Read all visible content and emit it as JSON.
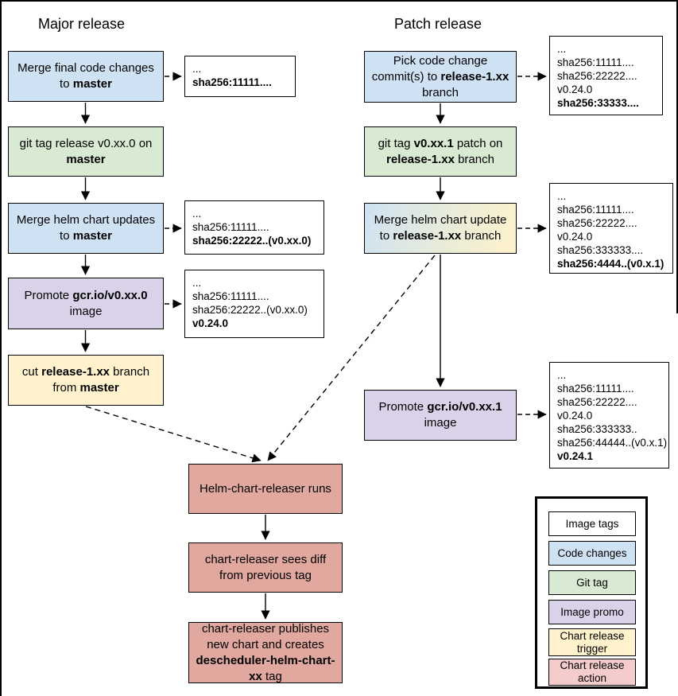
{
  "titles": {
    "major": "Major release",
    "patch": "Patch release"
  },
  "colors": {
    "code_changes": "#cfe2f3",
    "git_tag": "#d9ead3",
    "image_promo": "#d9d2e9",
    "chart_release_trigger": "#fff2cc",
    "chart_release_action": "#e0a89f",
    "legend_chart_release_action": "#f4cccc",
    "image_tags": "#ffffff",
    "line": "#000000"
  },
  "major_flow": {
    "merge_final_code": [
      {
        "t": "Merge final code changes to "
      },
      {
        "t": "master",
        "b": true
      }
    ],
    "git_tag_release": [
      {
        "t": "git tag release v0.xx.0 on "
      },
      {
        "t": "master",
        "b": true
      }
    ],
    "merge_helm_updates": [
      {
        "t": "Merge helm chart updates to "
      },
      {
        "t": "master",
        "b": true
      }
    ],
    "promote_image": [
      {
        "t": "Promote "
      },
      {
        "t": "gcr.io/v0.xx.0",
        "b": true
      },
      {
        "t": " image"
      }
    ],
    "cut_branch": [
      {
        "t": "cut "
      },
      {
        "t": "release-1.xx",
        "b": true
      },
      {
        "t": " branch from "
      },
      {
        "t": "master",
        "b": true
      }
    ],
    "tags_after_code_merge": [
      {
        "t": "..."
      },
      {
        "t": "sha256:11111....",
        "b": true
      }
    ],
    "tags_after_helm_merge": [
      {
        "t": "..."
      },
      {
        "t": "sha256:11111...."
      },
      {
        "t": "sha256:22222..(v0.xx.0)",
        "b": true
      }
    ],
    "tags_after_promote": [
      {
        "t": "..."
      },
      {
        "t": "sha256:11111...."
      },
      {
        "t": "sha256:22222..(v0.xx.0)"
      },
      {
        "t": "v0.24.0",
        "b": true
      }
    ]
  },
  "patch_flow": {
    "pick_commits": [
      {
        "t": "Pick code change commit(s) to "
      },
      {
        "t": "release-1.xx",
        "b": true
      },
      {
        "t": " branch"
      }
    ],
    "git_tag_patch": [
      {
        "t": "git tag "
      },
      {
        "t": "v0.xx.1",
        "b": true
      },
      {
        "t": " patch on "
      },
      {
        "t": "release-1.xx",
        "b": true
      },
      {
        "t": " branch"
      }
    ],
    "merge_helm_update": [
      {
        "t": "Merge helm chart update to "
      },
      {
        "t": "release-1.xx",
        "b": true
      },
      {
        "t": " branch"
      }
    ],
    "promote_image": [
      {
        "t": "Promote "
      },
      {
        "t": "gcr.io/v0.xx.1",
        "b": true
      },
      {
        "t": " image"
      }
    ],
    "tags_after_pick": [
      {
        "t": "..."
      },
      {
        "t": "sha256:11111...."
      },
      {
        "t": "sha256:22222...."
      },
      {
        "t": "v0.24.0"
      },
      {
        "t": "sha256:33333....",
        "b": true
      }
    ],
    "tags_after_helm_merge": [
      {
        "t": "..."
      },
      {
        "t": "sha256:11111...."
      },
      {
        "t": "sha256:22222...."
      },
      {
        "t": "v0.24.0"
      },
      {
        "t": "sha256:333333...."
      },
      {
        "t": "sha256:4444..(v0.x.1)",
        "b": true
      }
    ],
    "tags_after_promote": [
      {
        "t": "..."
      },
      {
        "t": "sha256:11111...."
      },
      {
        "t": "sha256:22222...."
      },
      {
        "t": "v0.24.0"
      },
      {
        "t": "sha256:333333.."
      },
      {
        "t": "sha256:44444..(v0.x.1)"
      },
      {
        "t": "v0.24.1",
        "b": true
      }
    ]
  },
  "release_flow": {
    "releaser_runs": [
      {
        "t": "Helm-chart-releaser runs"
      }
    ],
    "sees_diff": [
      {
        "t": "chart-releaser sees diff from previous tag"
      }
    ],
    "publishes": [
      {
        "t": "chart-releaser publishes new chart and creates "
      },
      {
        "t": "descheduler-helm-chart-xx",
        "b": true
      },
      {
        "t": " tag"
      }
    ]
  },
  "legend": {
    "items": [
      {
        "label": "Image tags",
        "color": "#ffffff"
      },
      {
        "label": "Code changes",
        "color": "#cfe2f3"
      },
      {
        "label": "Git tag",
        "color": "#d9ead3"
      },
      {
        "label": "Image promo",
        "color": "#d9d2e9"
      },
      {
        "label": "Chart release trigger",
        "color": "#fff2cc"
      },
      {
        "label": "Chart release action",
        "color": "#f4cccc"
      }
    ]
  }
}
